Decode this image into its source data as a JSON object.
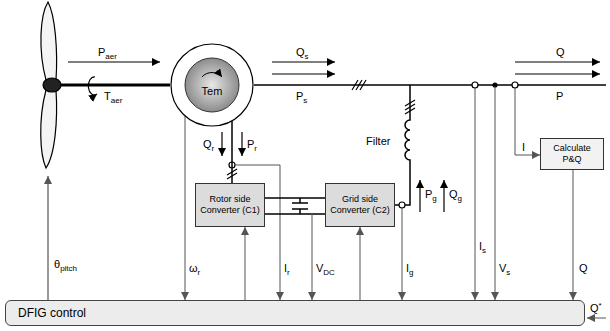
{
  "diagram": {
    "nodes": [
      {
        "text": [
          "Tem"
        ]
      },
      {
        "text": [
          "Rotor side Converter (C1)"
        ]
      },
      {
        "text": [
          "Grid side Converter (C2)"
        ]
      },
      {
        "text": [
          "Calculate P&Q"
        ]
      },
      {
        "text": [
          "DFIG control"
        ]
      }
    ],
    "edges": [
      {
        "from": 0,
        "to": 1,
        "arrow": "none"
      },
      {
        "from": 1,
        "to": 2,
        "arrow": "none"
      },
      {
        "from": 4,
        "to": 1,
        "arrow": "to"
      },
      {
        "from": 4,
        "to": 2,
        "arrow": "to"
      },
      {
        "from": 3,
        "to": 4,
        "arrow": "to",
        "label": "Q"
      },
      {
        "from": 0,
        "to": 4,
        "arrow": "to",
        "label": "ωr"
      }
    ],
    "labels": [
      "Paer",
      "Taer",
      "θpitch",
      "Qs",
      "Ps",
      "Qr",
      "Pr",
      "Filter",
      "Pg",
      "Qg",
      "Ir",
      "VDC",
      "Ig",
      "Is",
      "Vs",
      "I",
      "Q",
      "P",
      "Q*"
    ]
  }
}
